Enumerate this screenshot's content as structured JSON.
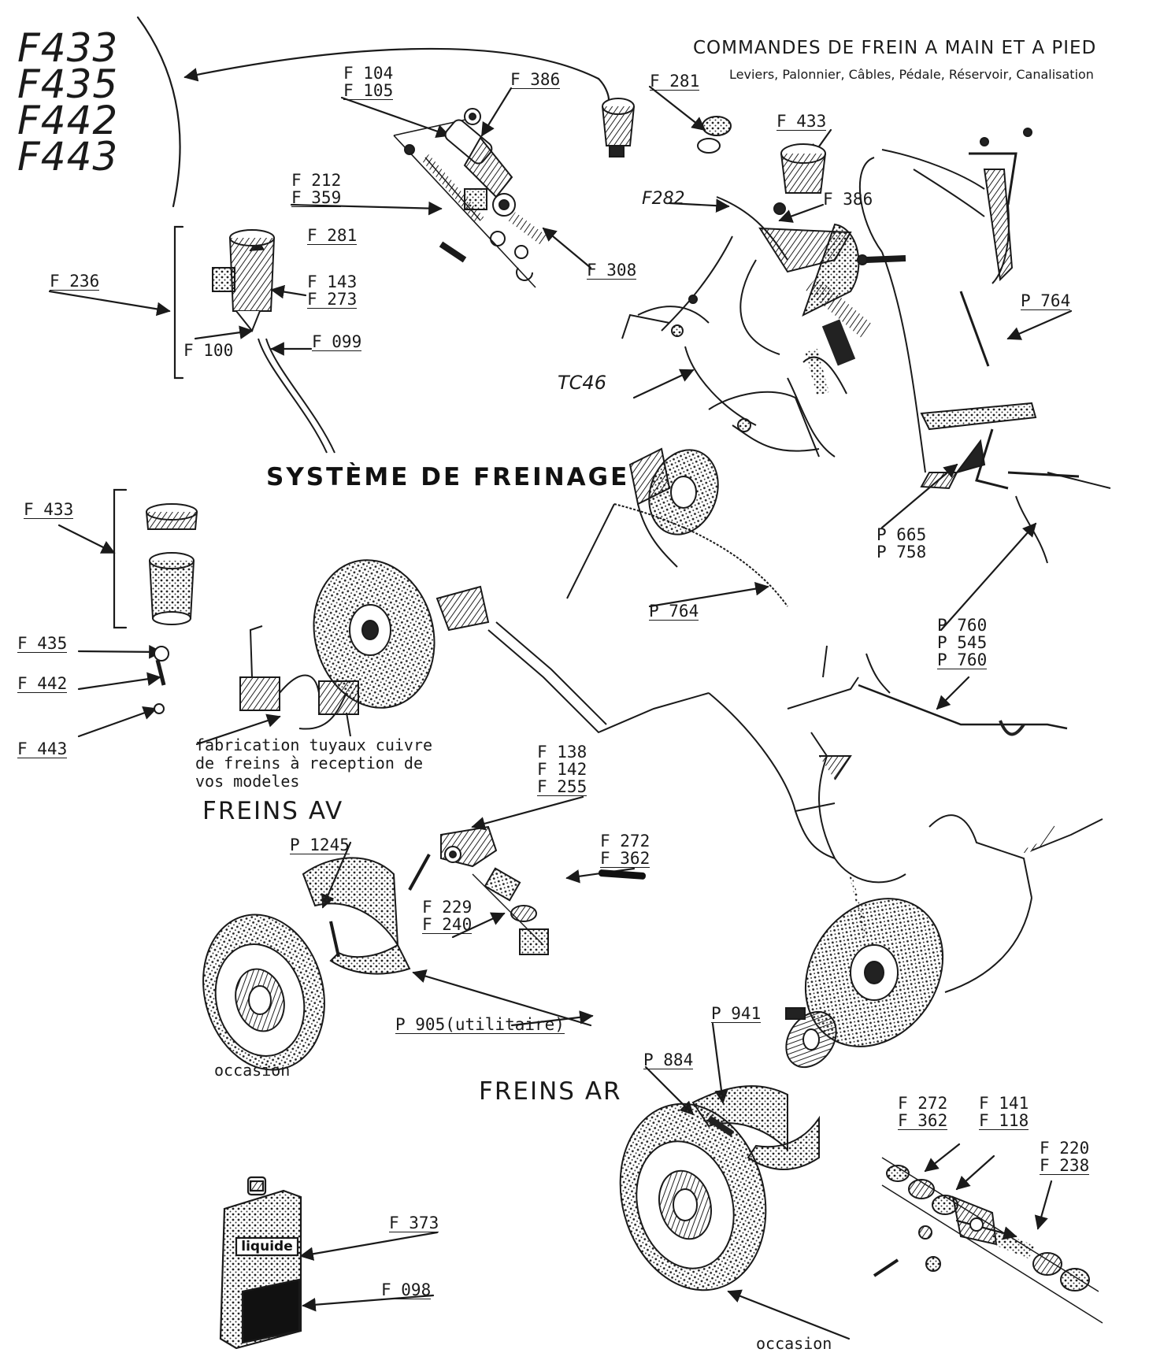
{
  "header": {
    "title": "COMMANDES DE FREIN A MAIN ET A PIED",
    "subtitle": "Leviers, Palonnier, Câbles, Pédale, Réservoir, Canalisation"
  },
  "main_title": "SYSTÈME DE FREINAGE",
  "handwritten": {
    "codes": [
      "F433",
      "F435",
      "F442",
      "F443"
    ],
    "tc": "TC46",
    "f282": "F282"
  },
  "sections": {
    "front": "FREINS AV",
    "rear": "FREINS AR"
  },
  "notes": {
    "copper_pipes": [
      "fabrication tuyaux cuivre",
      "de freins à reception de",
      "vos modeles"
    ],
    "occasion_front": "occasion",
    "occasion_rear": "occasion",
    "utilitaire": "P 905(utilitaire)"
  },
  "labels": {
    "f104_105": [
      "F 104",
      "F 105"
    ],
    "f386_top": [
      "F 386"
    ],
    "f281_top": [
      "F 281"
    ],
    "f212_359": [
      "F 212",
      "F 359"
    ],
    "f308": [
      "F 308"
    ],
    "f433_top": [
      "F 433"
    ],
    "f386_mid": [
      "F 386"
    ],
    "f281_res": [
      "F 281"
    ],
    "f236": [
      "F 236"
    ],
    "f143_273": [
      "F 143",
      "F 273"
    ],
    "f100": [
      "F 100"
    ],
    "f099": [
      "F 099"
    ],
    "p764_top": [
      "P 764"
    ],
    "p665_758": [
      "P 665",
      "P 758"
    ],
    "f433_kit": [
      "F 433"
    ],
    "f435": [
      "F 435"
    ],
    "f442": [
      "F 442"
    ],
    "f443": [
      "F 443"
    ],
    "p764_mid": [
      "P 764"
    ],
    "p760_545": [
      "P 760",
      "P 545",
      "P 760"
    ],
    "f138_142_255": [
      "F 138",
      "F 142",
      "F 255"
    ],
    "f272_362_front": [
      "F 272",
      "F 362"
    ],
    "p1245": [
      "P 1245"
    ],
    "f229_240": [
      "F 229",
      "F 240"
    ],
    "p941": [
      "P 941"
    ],
    "p884": [
      "P 884"
    ],
    "f272_362_rear": [
      "F 272",
      "F 362"
    ],
    "f141_118": [
      "F 141",
      "F 118"
    ],
    "f220_238": [
      "F 220",
      "F 238"
    ],
    "f373": [
      "F 373"
    ],
    "f098": [
      "F 098"
    ]
  },
  "can": {
    "label": "liquide"
  }
}
